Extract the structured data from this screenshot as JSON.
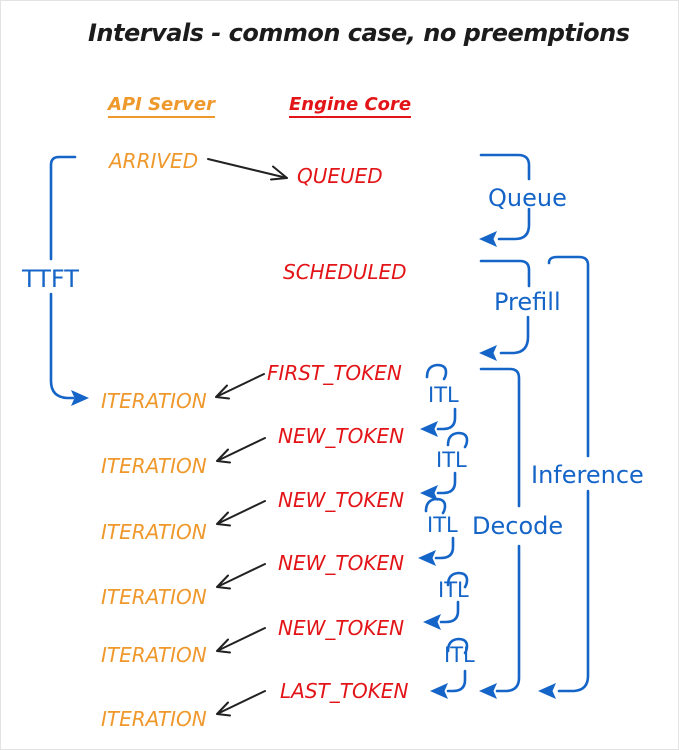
{
  "title": "Intervals - common case, no preemptions",
  "headers": {
    "api_server": "API Server",
    "engine_core": "Engine Core"
  },
  "api_events": {
    "arrived": "ARRIVED",
    "iteration": "ITERATION"
  },
  "engine_events": {
    "queued": "QUEUED",
    "scheduled": "SCHEDULED",
    "first_token": "FIRST_TOKEN",
    "new_token": "NEW_TOKEN",
    "last_token": "LAST_TOKEN"
  },
  "intervals": {
    "ttft": "TTFT",
    "queue": "Queue",
    "prefill": "Prefill",
    "decode": "Decode",
    "inference": "Inference",
    "itl": "ITL"
  },
  "colors": {
    "api_server": "#ef982b",
    "engine_core": "#e31417",
    "intervals_blue": "#1565c8",
    "title_text": "#1c1c1c",
    "event_arrows": "#222222"
  }
}
